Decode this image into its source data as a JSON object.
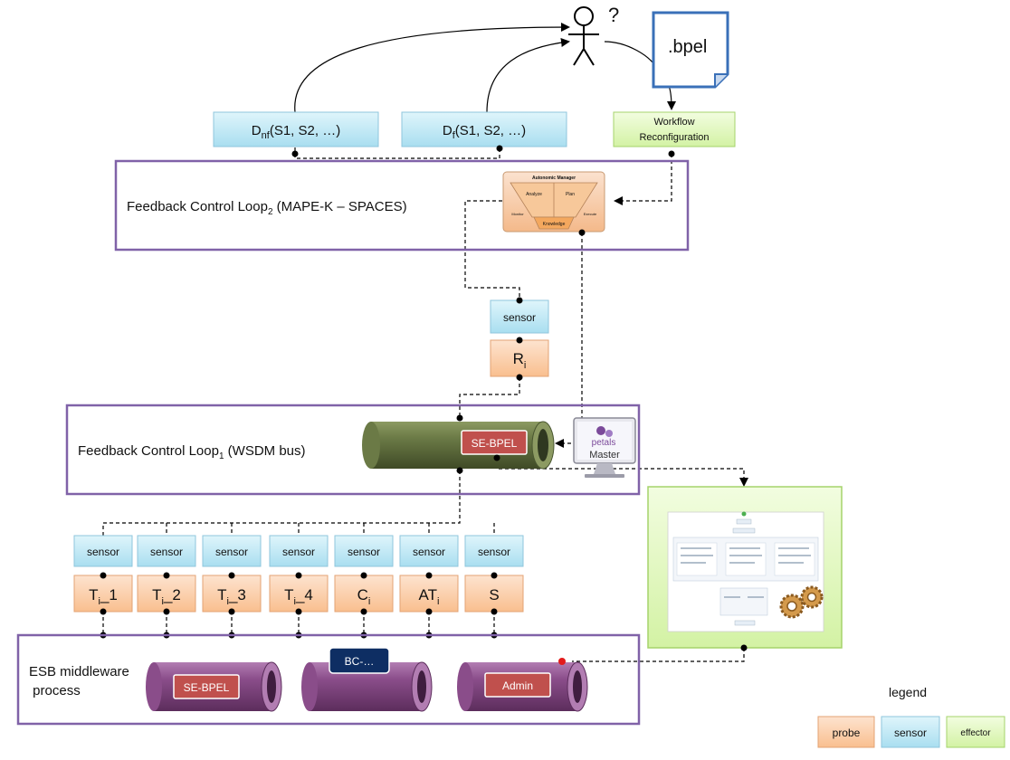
{
  "top": {
    "question_mark": "?",
    "bpel_doc": ".bpel",
    "dnf": {
      "main": "D",
      "sub": "nf",
      "rest": "(S1, S2, …)"
    },
    "df": {
      "main": "D",
      "sub": "f",
      "rest": "(S1, S2, …)"
    },
    "workflow": {
      "line1": "Workflow",
      "line2": "Reconfiguration"
    }
  },
  "loop2": {
    "title": "Feedback Control Loop",
    "sub": "2",
    "suffix": " (MAPE-K – SPACES)",
    "autonomic_manager": {
      "title": "Autonomic Manager",
      "analyze": "Analyze",
      "plan": "Plan",
      "monitor": "Monitor",
      "execute": "Execute",
      "knowledge": "Knowledge"
    }
  },
  "middle": {
    "sensor": "sensor",
    "probe": {
      "main": "R",
      "sub": "i"
    }
  },
  "loop1": {
    "title": "Feedback Control Loop",
    "sub": "1",
    "suffix": " (WSDM bus)",
    "bus_label": "SE-BPEL",
    "master_logo": "petals",
    "master_label": "Master"
  },
  "bottom_row": {
    "sensor_label": "sensor",
    "probes": [
      {
        "main": "T",
        "sub": "i",
        "rest": "_1"
      },
      {
        "main": "T",
        "sub": "i",
        "rest": "_2"
      },
      {
        "main": "T",
        "sub": "i",
        "rest": "_3"
      },
      {
        "main": "T",
        "sub": "i",
        "rest": "_4"
      },
      {
        "main": "C",
        "sub": "i",
        "rest": ""
      },
      {
        "main": "AT",
        "sub": "i",
        "rest": ""
      },
      {
        "main": "S",
        "sub": "",
        "rest": ""
      }
    ]
  },
  "esb": {
    "title_line1": "ESB middleware",
    "title_line2": " process",
    "pipe1_label": "SE-BPEL",
    "bc_label": "BC-…",
    "admin_label": "Admin"
  },
  "legend": {
    "title": "legend",
    "probe": "probe",
    "sensor": "sensor",
    "effector": "effector"
  },
  "colors": {
    "probe_fill": "#fbd4b4",
    "sensor_fill": "#c7ecf7",
    "effector_fill": "#e4f8c2",
    "loop_border": "#8062a8",
    "red_label": "#c0504d",
    "navy_label": "#0e2e63",
    "pipe_purple": "#8a4d8a",
    "pipe_green": "#5c6b3a"
  }
}
